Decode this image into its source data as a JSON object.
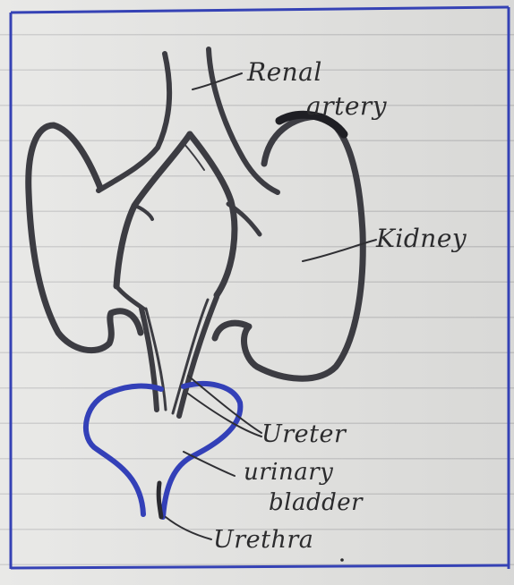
{
  "colors": {
    "ink": "#3a3a40",
    "blue_ink": "#3340b8",
    "paper": "#e6e6e4",
    "rule_line": "#c9c9c9"
  },
  "labels": {
    "renal_artery_line1": "Renal",
    "renal_artery_line2": "artery",
    "kidney": "Kidney",
    "ureter": "Ureter",
    "urinary_bladder_line1": "urinary",
    "urinary_bladder_line2": "bladder",
    "urethra": "Urethra"
  }
}
